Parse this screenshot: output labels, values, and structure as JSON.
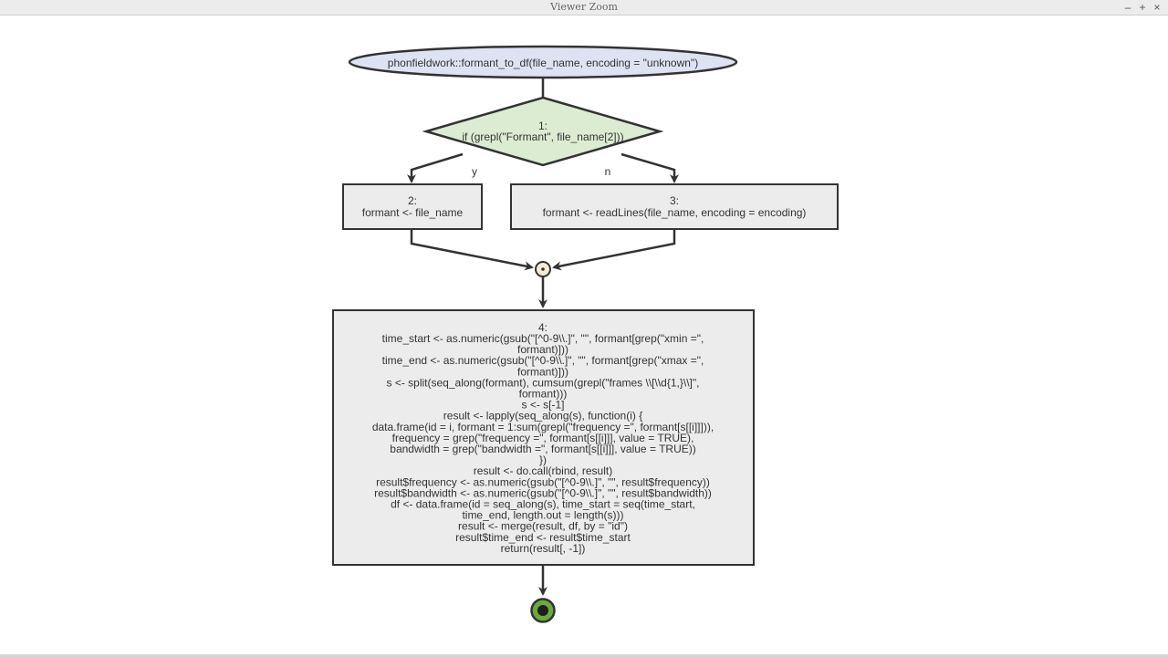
{
  "window": {
    "title": "Viewer Zoom",
    "minimize_label": "–",
    "maximize_label": "+",
    "close_label": "×"
  },
  "flowchart": {
    "entry": "phonfieldwork::formant_to_df(file_name, encoding = \"unknown\")",
    "decision": {
      "step": "1:",
      "text": "if (grepl(\"Formant\", file_name[2]))",
      "yes_label": "y",
      "no_label": "n"
    },
    "step2": {
      "step": "2:",
      "text": "formant <- file_name"
    },
    "step3": {
      "step": "3:",
      "text": "formant <- readLines(file_name, encoding = encoding)"
    },
    "step4": {
      "step": "4:",
      "lines": [
        "time_start <- as.numeric(gsub(\"[^0-9\\\\.]\", \"\", formant[grep(\"xmin =\",",
        "formant)]))",
        "time_end <- as.numeric(gsub(\"[^0-9\\\\.]\", \"\", formant[grep(\"xmax =\",",
        "formant)]))",
        "s <- split(seq_along(formant), cumsum(grepl(\"frames \\\\[\\\\d{1,}\\\\]\",",
        "formant)))",
        "s <- s[-1]",
        "result <- lapply(seq_along(s), function(i) {",
        "data.frame(id = i, formant = 1:sum(grepl(\"frequency =\", formant[s[[i]]])),",
        "frequency = grep(\"frequency =\", formant[s[[i]]], value = TRUE),",
        "bandwidth = grep(\"bandwidth =\", formant[s[[i]]], value = TRUE))",
        "})",
        "result <- do.call(rbind, result)",
        "result$frequency <- as.numeric(gsub(\"[^0-9\\\\.]\", \"\", result$frequency))",
        "result$bandwidth <- as.numeric(gsub(\"[^0-9\\\\.]\", \"\", result$bandwidth))",
        "df <- data.frame(id = seq_along(s), time_start = seq(time_start,",
        "time_end, length.out = length(s)))",
        "result <- merge(result, df, by = \"id\")",
        "result$time_end <- result$time_start",
        "return(result[, -1])"
      ]
    }
  },
  "colors": {
    "entry_fill": "#dde3f3",
    "decision_fill": "#dcecd2",
    "box_fill": "#ececec",
    "end_fill": "#6aaa3e"
  }
}
